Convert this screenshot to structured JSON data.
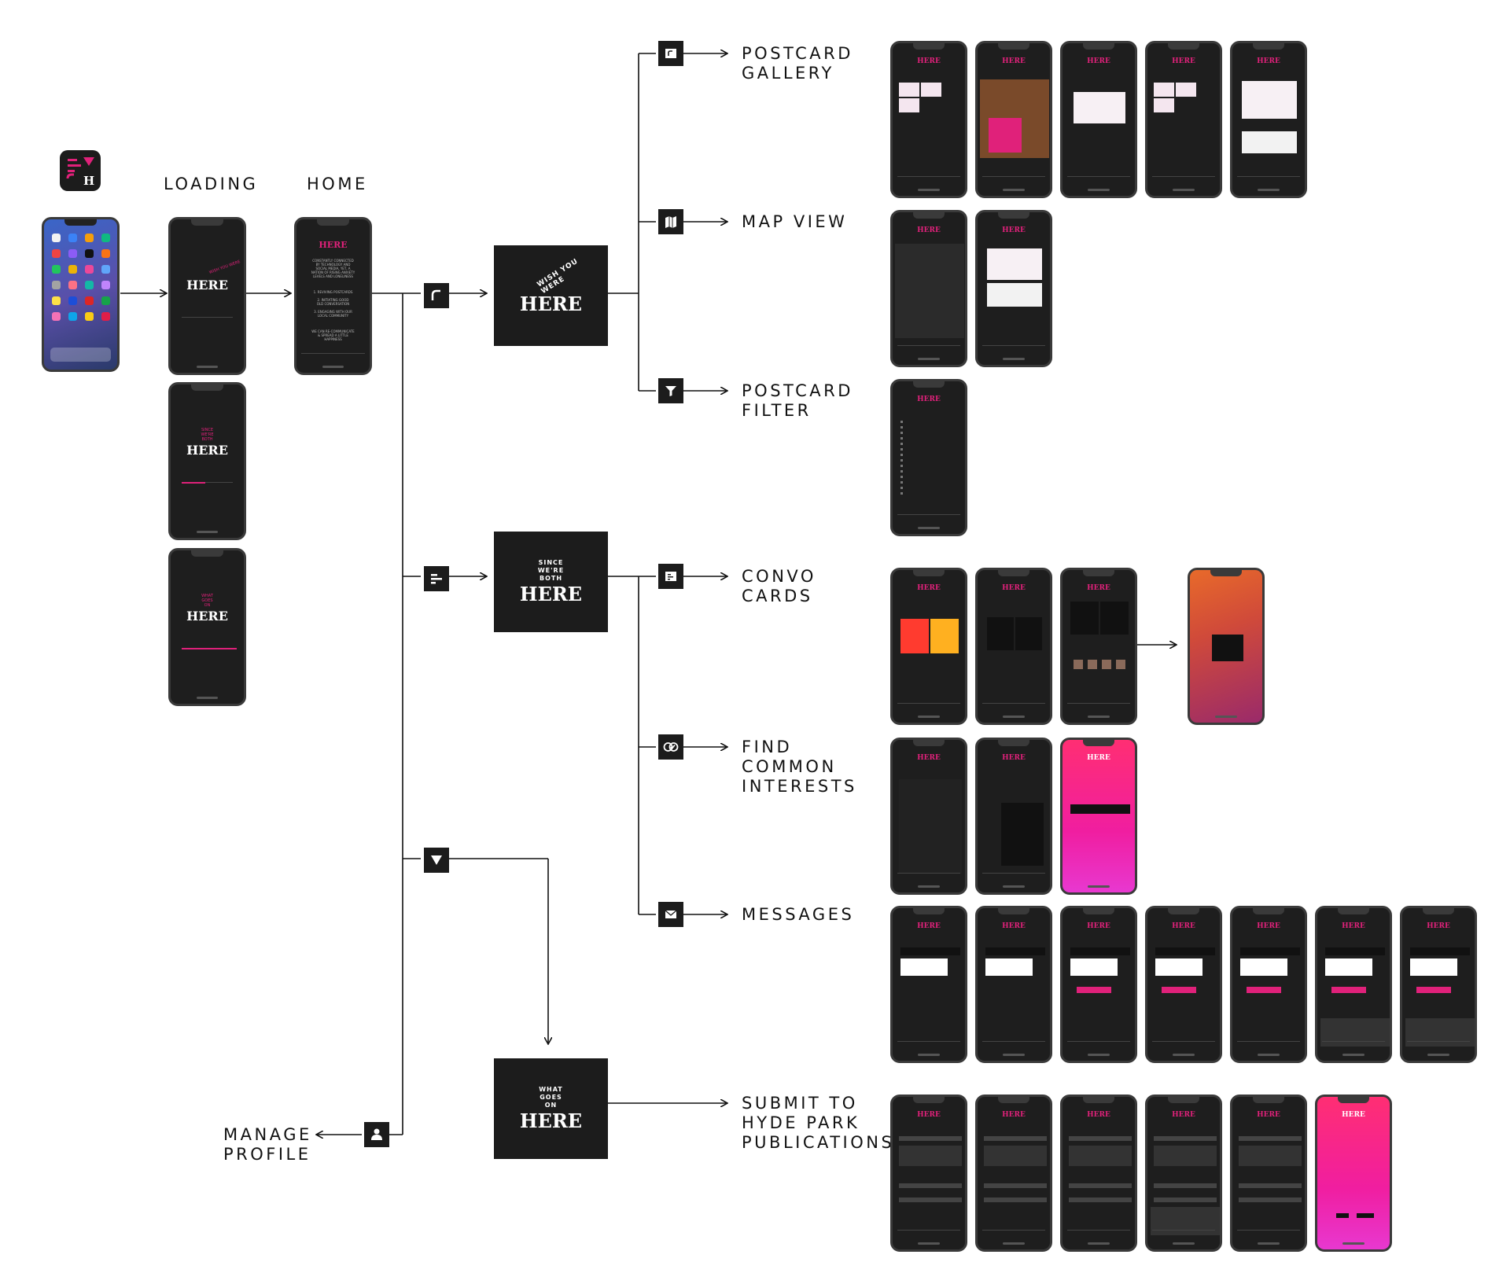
{
  "colors": {
    "accent_pink": "#e0217a",
    "dark": "#1c1c1c",
    "line": "#111111"
  },
  "labels": {
    "loading": "LOADING",
    "home": "HOME",
    "postcard_gallery": [
      "POSTCARD",
      "GALLERY"
    ],
    "map_view": "MAP VIEW",
    "postcard_filter": [
      "POSTCARD",
      "FILTER"
    ],
    "convo_cards": [
      "CONVO",
      "CARDS"
    ],
    "find_common_interests": [
      "FIND",
      "COMMON",
      "INTERESTS"
    ],
    "messages": "MESSAGES",
    "submit": [
      "SUBMIT TO",
      "HYDE PARK",
      "PUBLICATIONS"
    ],
    "manage_profile": [
      "MANAGE",
      "PROFILE"
    ]
  },
  "brand": "HERE",
  "sections": {
    "wish": {
      "sub": "WISH YOU WERE",
      "title": "HERE"
    },
    "since": {
      "sub": [
        "SINCE",
        "WE'RE",
        "BOTH"
      ],
      "title": "HERE"
    },
    "what": {
      "sub": [
        "WHAT",
        "GOES",
        "ON"
      ],
      "title": "HERE"
    }
  },
  "icons": {
    "app": "app-logo-icon",
    "postcard": "postcard-icon",
    "map": "map-icon",
    "filter": "filter-icon",
    "convo": "convo-icon",
    "interests": "interests-icon",
    "messages": "envelope-icon",
    "profile": "user-icon",
    "wish": "wish-tab-icon",
    "since": "since-tab-icon",
    "what": "what-tab-icon"
  }
}
